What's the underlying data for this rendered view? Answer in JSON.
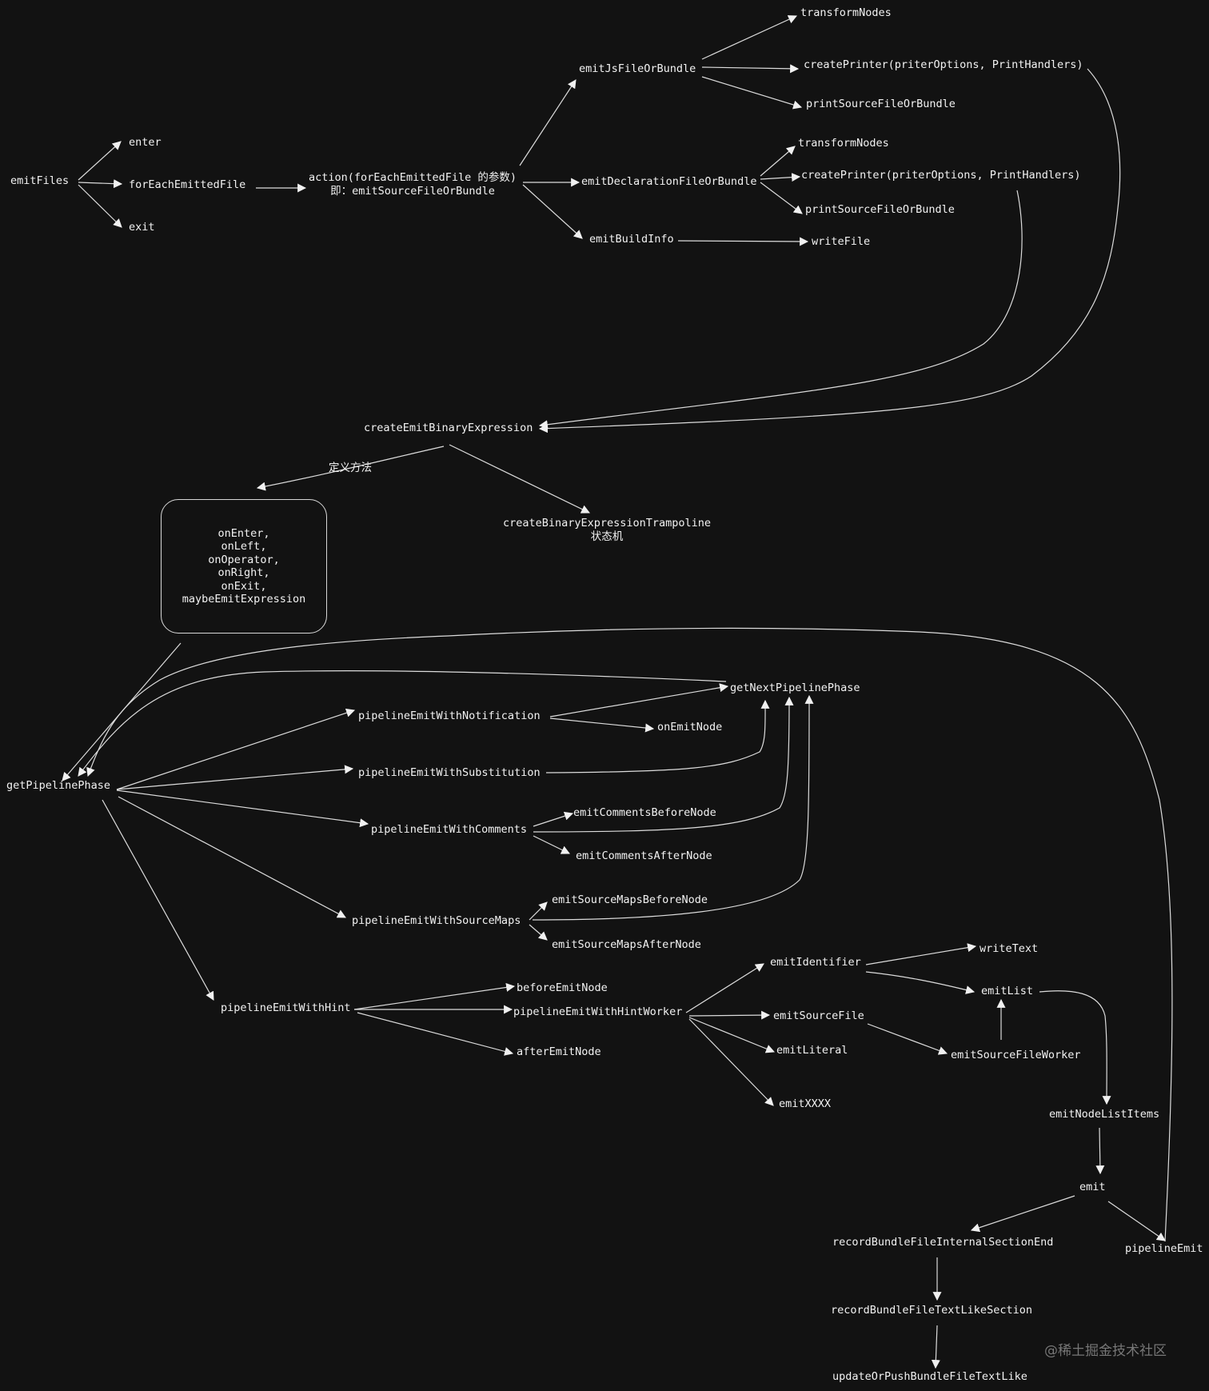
{
  "nodes": {
    "emitFiles": "emitFiles",
    "enter": "enter",
    "forEachEmittedFile": "forEachEmittedFile",
    "exit": "exit",
    "action_line1": "action(forEachEmittedFile 的参数)",
    "action_line2": "即：emitSourceFileOrBundle",
    "emitJsFileOrBundle": "emitJsFileOrBundle",
    "transformNodes_1": "transformNodes",
    "createPrinter_1": "createPrinter(priterOptions, PrintHandlers)",
    "printSourceFileOrBundle_1": "printSourceFileOrBundle",
    "emitDeclarationFileOrBundle": "emitDeclarationFileOrBundle",
    "transformNodes_2": "transformNodes",
    "createPrinter_2": "createPrinter(priterOptions, PrintHandlers)",
    "printSourceFileOrBundle_2": "printSourceFileOrBundle",
    "emitBuildInfo": "emitBuildInfo",
    "writeFile": "writeFile",
    "createEmitBinaryExpression": "createEmitBinaryExpression",
    "trampoline_line1": "createBinaryExpressionTrampoline",
    "trampoline_line2": "状态机",
    "getNextPipelinePhase": "getNextPipelinePhase",
    "pipelineEmitWithNotification": "pipelineEmitWithNotification",
    "onEmitNode": "onEmitNode",
    "getPipelinePhase": "getPipelinePhase",
    "pipelineEmitWithSubstitution": "pipelineEmitWithSubstitution",
    "pipelineEmitWithComments": "pipelineEmitWithComments",
    "emitCommentsBeforeNode": "emitCommentsBeforeNode",
    "emitCommentsAfterNode": "emitCommentsAfterNode",
    "pipelineEmitWithSourceMaps": "pipelineEmitWithSourceMaps",
    "emitSourceMapsBeforeNode": "emitSourceMapsBeforeNode",
    "emitSourceMapsAfterNode": "emitSourceMapsAfterNode",
    "pipelineEmitWithHint": "pipelineEmitWithHint",
    "beforeEmitNode": "beforeEmitNode",
    "pipelineEmitWithHintWorker": "pipelineEmitWithHintWorker",
    "afterEmitNode": "afterEmitNode",
    "emitIdentifier": "emitIdentifier",
    "writeText": "writeText",
    "emitList": "emitList",
    "emitSourceFile": "emitSourceFile",
    "emitLiteral": "emitLiteral",
    "emitSourceFileWorker": "emitSourceFileWorker",
    "emitXXXX": "emitXXXX",
    "emitNodeListItems": "emitNodeListItems",
    "emit": "emit",
    "recordBundleFileInternalSectionEnd": "recordBundleFileInternalSectionEnd",
    "pipelineEmit": "pipelineEmit",
    "recordBundleFileTextLikeSection": "recordBundleFileTextLikeSection",
    "updateOrPushBundleFileTextLike": "updateOrPushBundleFileTextLike"
  },
  "box": {
    "lines": [
      "onEnter,",
      "onLeft,",
      "onOperator,",
      "onRight,",
      "onExit,",
      "maybeEmitExpression"
    ]
  },
  "edge_label": "定义方法",
  "watermark": "@稀土掘金技术社区",
  "colors": {
    "background": "#121212",
    "text": "#f2f2f2",
    "edge": "#e0e0e0"
  }
}
